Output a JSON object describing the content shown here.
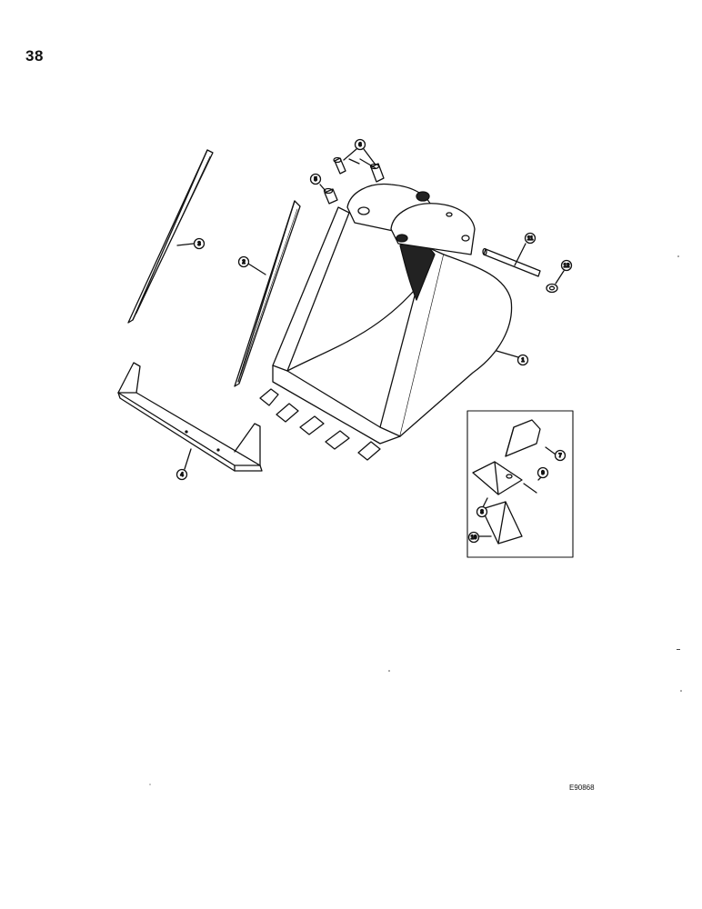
{
  "page": {
    "number": "38",
    "figure_code": "E90868"
  },
  "callouts": {
    "bucket": "1",
    "side_cutter_right": "2",
    "side_cutter_left": "3",
    "wear_strip": "4",
    "bushing": "5",
    "bushings": "6",
    "tooth_point": "7",
    "tooth_adapter": "8",
    "tooth_pin": "9",
    "tooth_cap": "10",
    "pivot_pin": "11",
    "retainer": "12"
  }
}
